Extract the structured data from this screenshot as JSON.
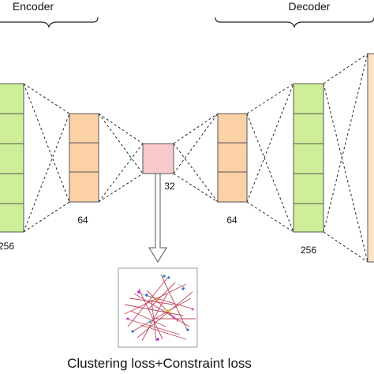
{
  "encoder_label": "Encoder",
  "decoder_label": "Decoder",
  "layers": {
    "enc_256": "256",
    "enc_64": "64",
    "latent_32": "32",
    "dec_64": "64",
    "dec_256": "256"
  },
  "caption": "Clustering loss+Constraint loss",
  "colors": {
    "green": "#cfee99",
    "orange": "#fdd1a6",
    "pink": "#f8c9cb",
    "wide_orange": "#fde4c8",
    "graph_edge": "#b8334a"
  }
}
